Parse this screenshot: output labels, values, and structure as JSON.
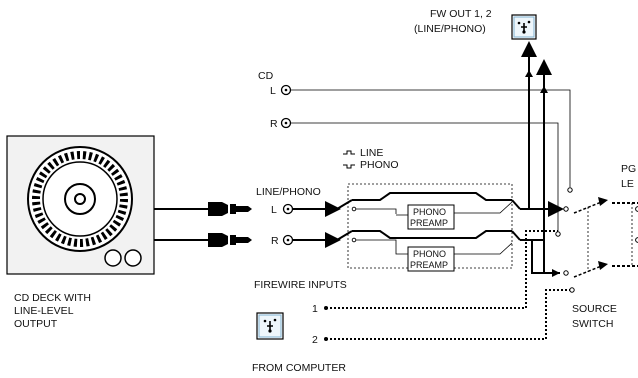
{
  "fw_out": {
    "line1": "FW OUT 1, 2",
    "line2": "(LINE/PHONO)",
    "icon": "firewire-icon"
  },
  "cd": {
    "title": "CD",
    "l": "L",
    "r": "R"
  },
  "switch_legend": {
    "line": "LINE",
    "phono": "PHONO"
  },
  "line_phono": {
    "title": "LINE/PHONO",
    "l": "L",
    "r": "R"
  },
  "preamp": {
    "top_line1": "PHONO",
    "top_line2": "PREAMP",
    "bottom_line1": "PHONO",
    "bottom_line2": "PREAMP"
  },
  "firewire_inputs": {
    "title": "FIREWIRE INPUTS",
    "in1": "1",
    "in2": "2",
    "icon": "firewire-icon"
  },
  "from_computer": "FROM COMPUTER",
  "cd_deck": {
    "line1": "CD DECK WITH",
    "line2": "LINE-LEVEL",
    "line3": "OUTPUT"
  },
  "right_partial": {
    "pg": "PG",
    "le": "LE",
    "source": "SOURCE",
    "switch": "SWITCH"
  }
}
